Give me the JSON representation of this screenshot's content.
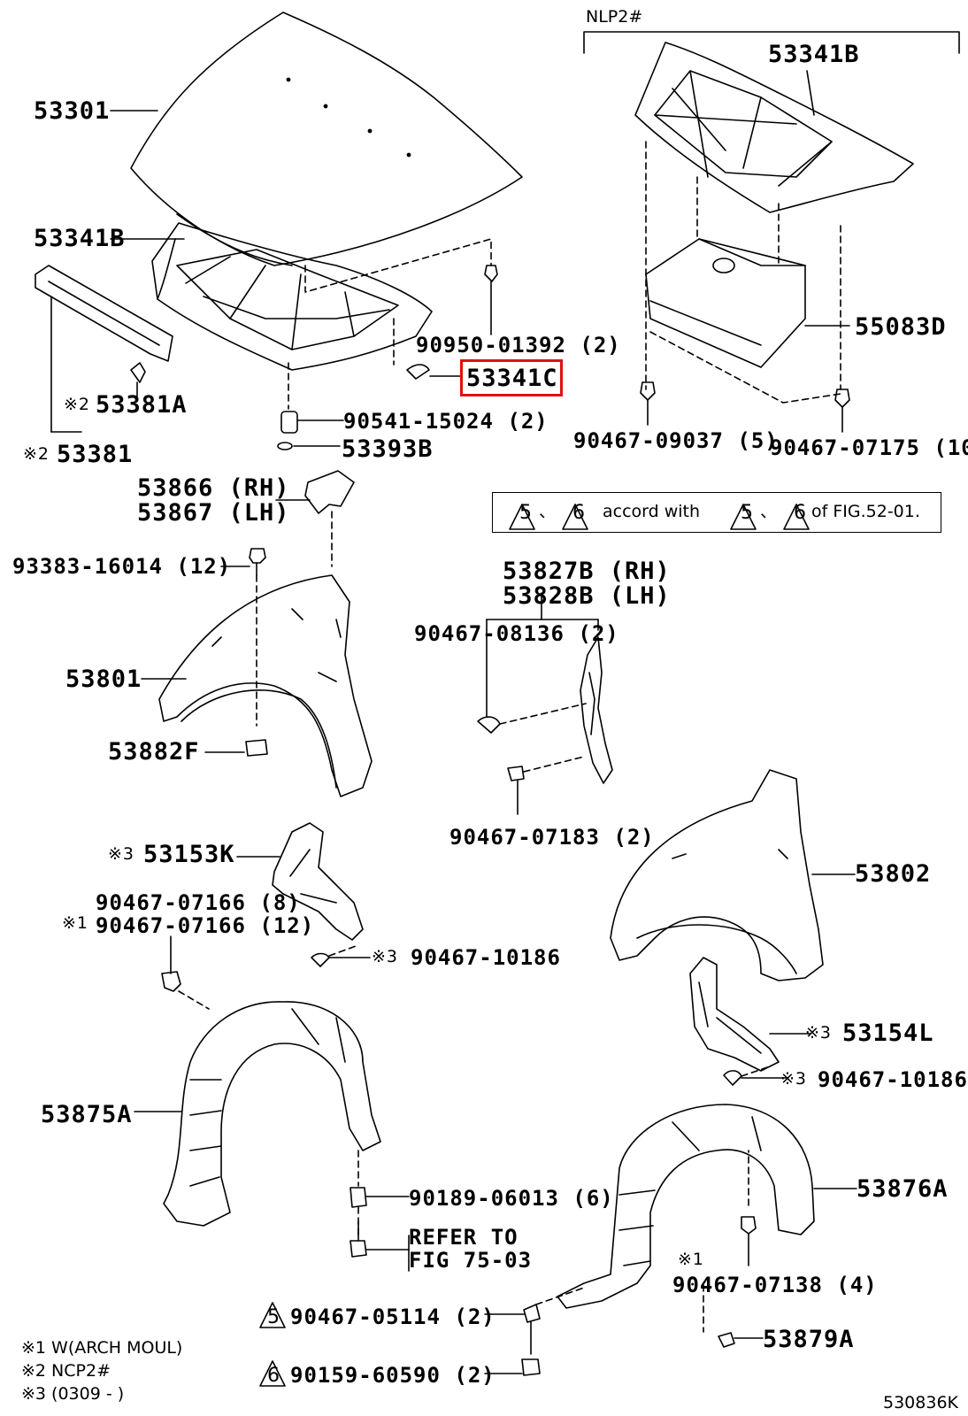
{
  "figure": {
    "group_header": "NLP2#",
    "figure_code": "530836K",
    "highlighted_part": "53341C"
  },
  "parts": {
    "p53301": "53301",
    "p53341B_hood": "53341B",
    "p53341B_nlp": "53341B",
    "p55083D": "55083D",
    "p90950": "90950-01392 (2)",
    "p53341C": "53341C",
    "p90541": "90541-15024 (2)",
    "p53393B": "53393B",
    "p90467_09037": "90467-09037 (5)",
    "p90467_07175": "90467-07175 (10",
    "p53381A": "53381A",
    "p53381": "53381",
    "p53866": "53866 (RH)",
    "p53867": "53867 (LH)",
    "p93383": "93383-16014 (12)",
    "p53801": "53801",
    "p53882F": "53882F",
    "p53827B": "53827B (RH)",
    "p53828B": "53828B (LH)",
    "p90467_08136": "90467-08136 (2)",
    "p90467_07183": "90467-07183 (2)",
    "p53802": "53802",
    "p53153K": "53153K",
    "p90467_07166a": "90467-07166 (8)",
    "p90467_07166b": "90467-07166 (12)",
    "p90467_10186a": "90467-10186",
    "p53154L": "53154L",
    "p90467_10186b": "90467-10186",
    "p53875A": "53875A",
    "p90189": "90189-06013 (6)",
    "refer1": "REFER TO",
    "refer2": "FIG 75-03",
    "p53876A": "53876A",
    "p90467_07138": "90467-07138 (4)",
    "p90467_05114": "90467-05114 (2)",
    "p53879A": "53879A",
    "p90159": "90159-60590 (2)"
  },
  "marks": {
    "m1": "※1",
    "m2": "※2",
    "m3": "※3",
    "tri5": "5",
    "tri6": "6"
  },
  "note": {
    "sep": "、",
    "accord": "accord with",
    "of_fig": "of FIG.52-01."
  },
  "legend": {
    "l1": "※1 W(ARCH MOUL)",
    "l2": "※2 NCP2#",
    "l3": "※3 (0309 -          )"
  }
}
